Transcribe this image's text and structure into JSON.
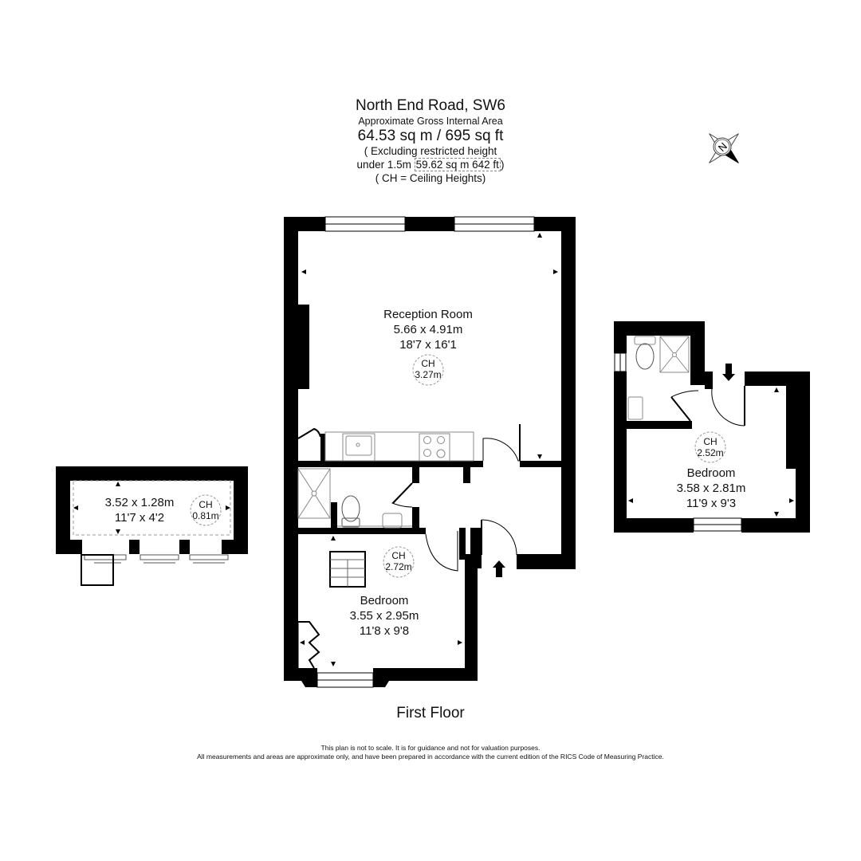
{
  "header": {
    "title": "North End Road, SW6",
    "subtitle": "Approximate Gross Internal Area",
    "area": "64.53 sq m / 695 sq ft",
    "excluding_line1": "( Excluding restricted height",
    "excluding_prefix": "under 1.5m",
    "excluding_value": "59.62 sq m 642 ft",
    "excluding_suffix": ")",
    "ch_note": "( CH = Ceiling Heights)"
  },
  "compass": {
    "label": "N",
    "icon": "compass-north-icon"
  },
  "rooms": [
    {
      "id": "reception",
      "name": "Reception Room",
      "metric": "5.66 x 4.91m",
      "imperial": "18'7 x 16'1",
      "ch_label": "CH",
      "ch_value": "3.27m"
    },
    {
      "id": "bedroom1",
      "name": "Bedroom",
      "metric": "3.55 x 2.95m",
      "imperial": "11'8 x 9'8",
      "ch_label": "CH",
      "ch_value": "2.72m"
    },
    {
      "id": "bedroom2",
      "name": "Bedroom",
      "metric": "3.58 x 2.81m",
      "imperial": "11'9 x 9'3",
      "ch_label": "CH",
      "ch_value": "2.52m"
    },
    {
      "id": "loft",
      "name": "",
      "metric": "3.52 x 1.28m",
      "imperial": "11'7 x 4'2",
      "ch_label": "CH",
      "ch_value": "0.81m"
    }
  ],
  "floor_label": "First Floor",
  "disclaimer": {
    "line1": "This plan is not to scale. It is for guidance and not for valuation purposes.",
    "line2": "All measurements and areas are approximate only, and have been prepared in accordance with the current edition of the RICS Code of Measuring Practice."
  },
  "colors": {
    "wall": "#000000",
    "fixture": "#777777",
    "dashed": "#999999",
    "background": "#ffffff"
  }
}
